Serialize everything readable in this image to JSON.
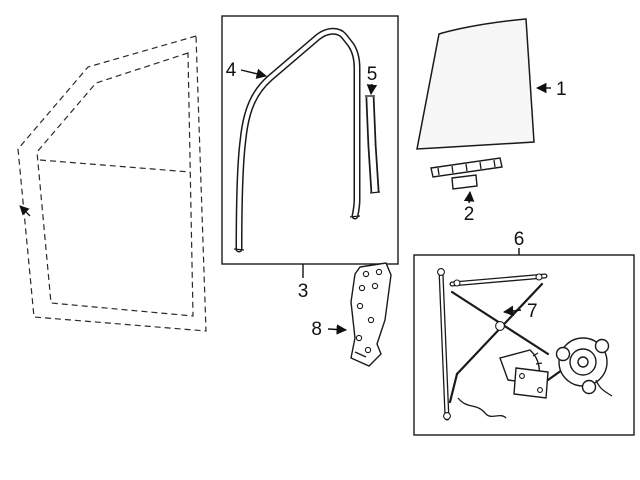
{
  "figure": {
    "kind": "automotive-parts-diagram",
    "background_color": "#ffffff",
    "line_color": "#1a1a1a",
    "callouts": [
      {
        "label": "1",
        "part": "window-glass"
      },
      {
        "label": "2",
        "part": "glass-bottom-channel"
      },
      {
        "label": "3",
        "part": "glass-run-assembly-box"
      },
      {
        "label": "4",
        "part": "glass-run-channel"
      },
      {
        "label": "5",
        "part": "division-channel"
      },
      {
        "label": "6",
        "part": "regulator-assembly-box"
      },
      {
        "label": "7",
        "part": "window-regulator"
      },
      {
        "label": "8",
        "part": "mounting-bracket"
      }
    ]
  }
}
